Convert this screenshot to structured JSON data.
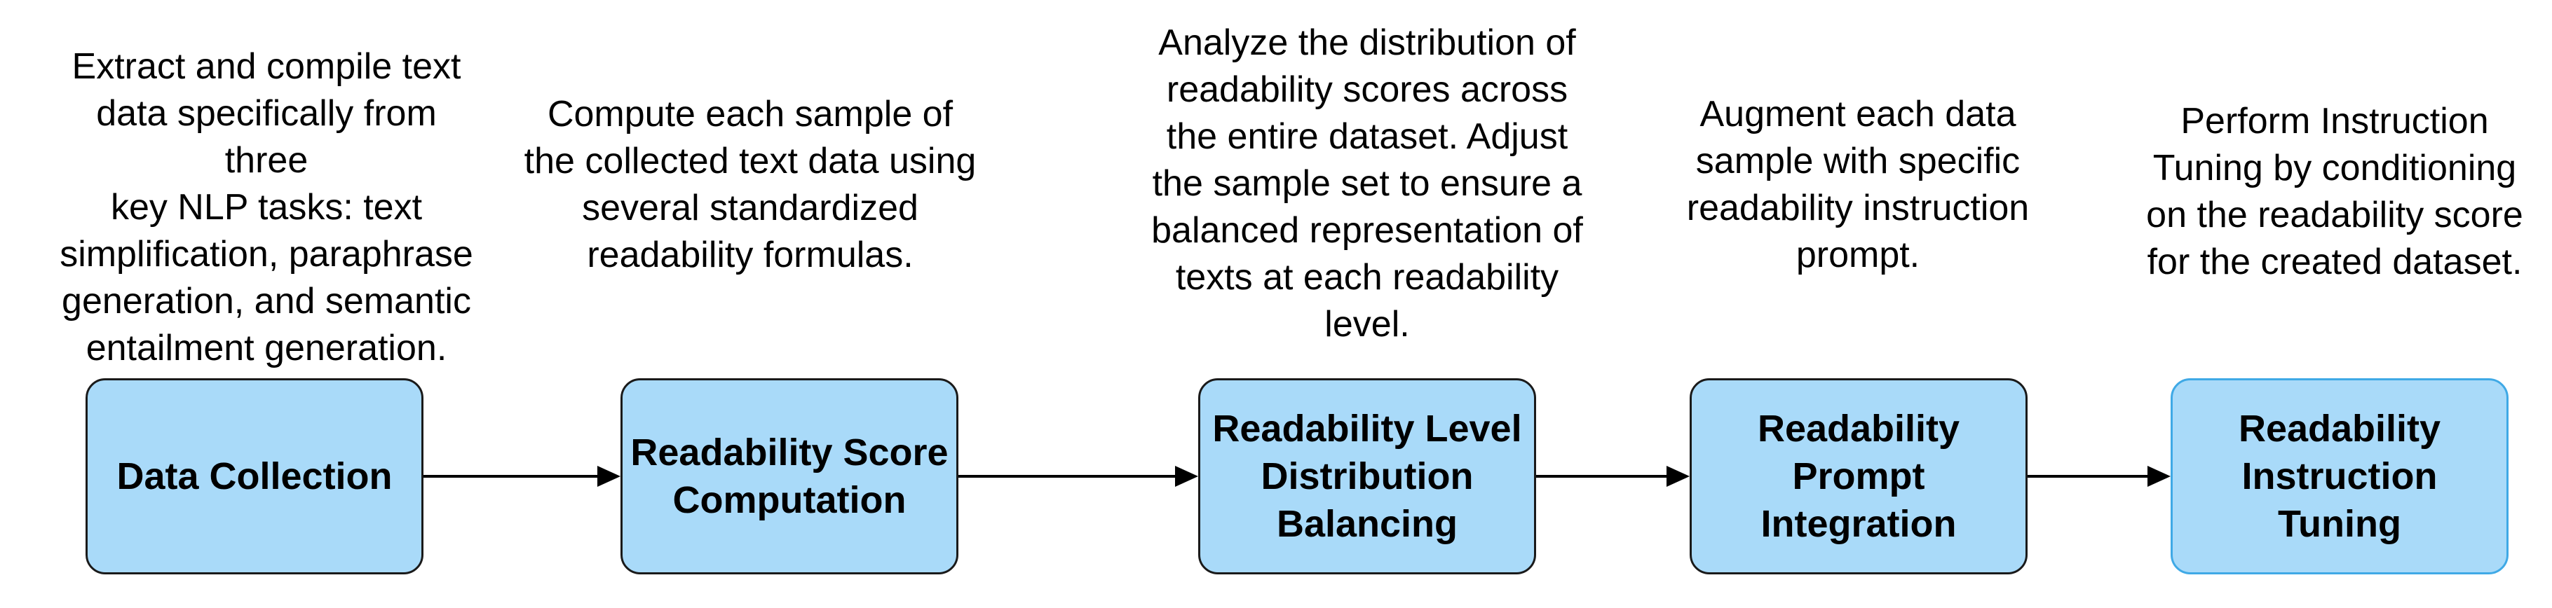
{
  "steps": [
    {
      "label": "Data Collection",
      "description": "Extract and compile text\ndata specifically from three\nkey NLP tasks: text\nsimplification, paraphrase\ngeneration, and semantic\nentailment generation."
    },
    {
      "label": "Readability Score\nComputation",
      "description": "Compute each sample of\nthe collected text data using\nseveral standardized\nreadability formulas."
    },
    {
      "label": "Readability Level\nDistribution\nBalancing",
      "description": "Analyze the distribution of\nreadability scores across\nthe entire dataset. Adjust\nthe sample set to ensure a\nbalanced representation of\ntexts at each readability\nlevel."
    },
    {
      "label": "Readability\nPrompt\nIntegration",
      "description": "Augment each data\nsample with specific\nreadability instruction\nprompt."
    },
    {
      "label": "Readability\nInstruction\nTuning",
      "description": "Perform Instruction\nTuning by conditioning\non the readability score\nfor the created dataset."
    }
  ],
  "colors": {
    "box_fill": "#a9daf9",
    "box_border": "#1a1a1a",
    "last_box_border": "#3fa9e6",
    "arrow": "#000000"
  }
}
